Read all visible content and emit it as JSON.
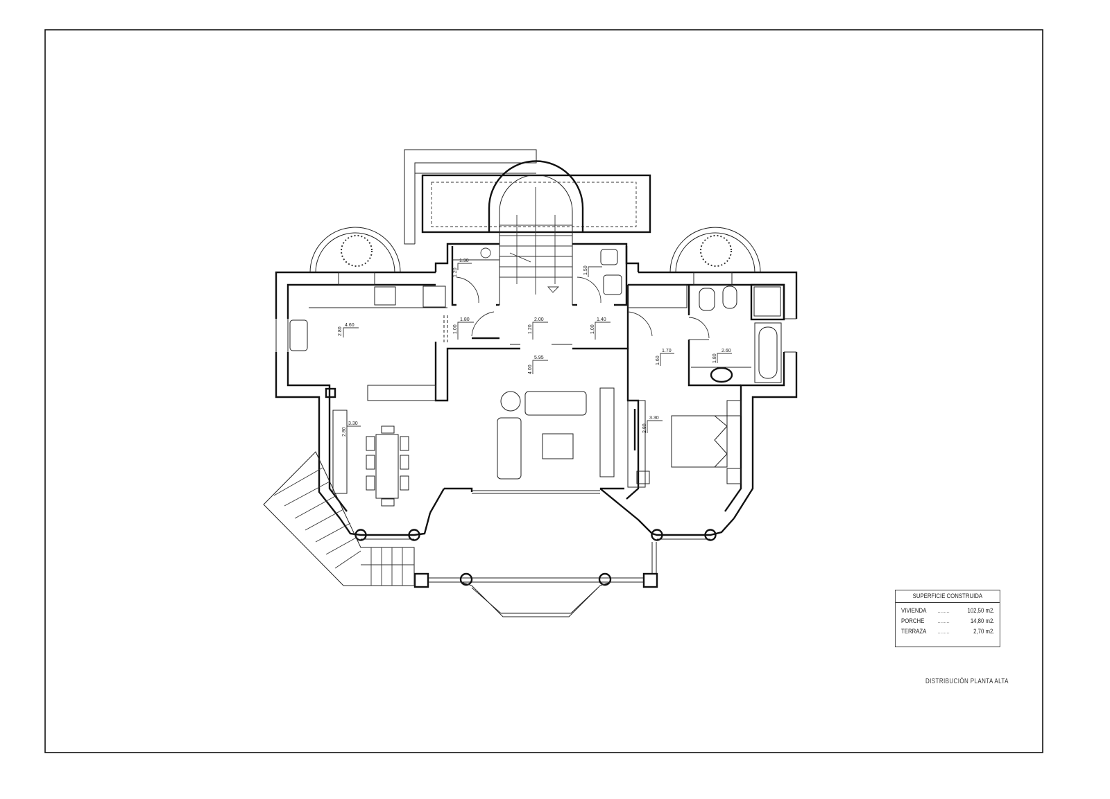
{
  "drawing_title": "DISTRIBUCIÓN PLANTA ALTA",
  "area_table": {
    "header": "SUPERFICIE CONSTRUIDA",
    "rows": [
      {
        "name": "VIVIENDA",
        "dots": "........",
        "value": "102,50 m2."
      },
      {
        "name": "PORCHE",
        "dots": "........",
        "value": "14,80 m2."
      },
      {
        "name": "TERRAZA",
        "dots": "........",
        "value": "2,70 m2."
      }
    ]
  },
  "dimensions": {
    "kitchen": [
      "4.60",
      "2.80"
    ],
    "laundry": [
      "1.30",
      "1.20"
    ],
    "hall_left": [
      "1.80",
      "1.00"
    ],
    "hall_center": [
      "2.00",
      "1.20"
    ],
    "hall_right": [
      "1.40",
      "1.00"
    ],
    "wc": "1.50",
    "living": [
      "5.95",
      "4.00"
    ],
    "dining": [
      "3.30",
      "2.80"
    ],
    "corridor": [
      "1.70",
      "1.60"
    ],
    "bathroom": [
      "2.60",
      "1.80"
    ],
    "bedroom": [
      "3.30",
      "2.80"
    ]
  }
}
